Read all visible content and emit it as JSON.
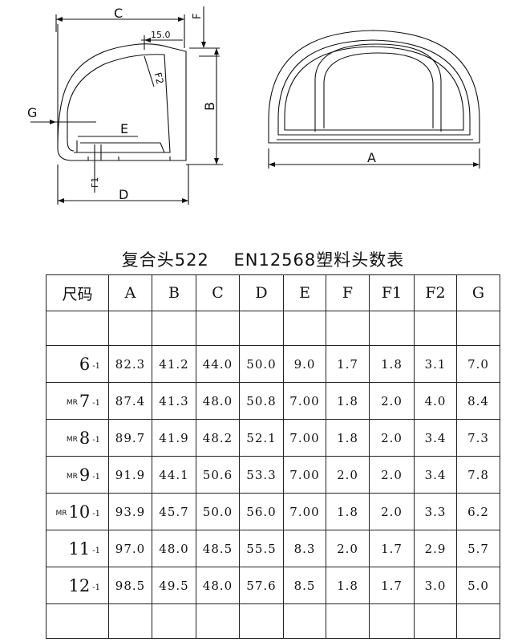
{
  "drawing": {
    "dimension_labels": {
      "C": "C",
      "F": "F",
      "fifteen": "15.0",
      "F2": "F2",
      "G": "G",
      "E": "E",
      "B": "B",
      "F1": "F1",
      "D": "D",
      "A": "A"
    }
  },
  "table": {
    "title": "复合头522    EN12568塑料头数表",
    "headers": [
      "尺码",
      "A",
      "B",
      "C",
      "D",
      "E",
      "F",
      "F1",
      "F2",
      "G"
    ],
    "rows": [
      {
        "prefix": "",
        "size": "6",
        "suffix": "-1",
        "values": [
          "82.3",
          "41.2",
          "44.0",
          "50.0",
          "9.0",
          "1.7",
          "1.8",
          "3.1",
          "7.0"
        ]
      },
      {
        "prefix": "MR",
        "size": "7",
        "suffix": "-1",
        "values": [
          "87.4",
          "41.3",
          "48.0",
          "50.8",
          "7.00",
          "1.8",
          "2.0",
          "4.0",
          "8.4"
        ]
      },
      {
        "prefix": "MR",
        "size": "8",
        "suffix": "-1",
        "values": [
          "89.7",
          "41.9",
          "48.2",
          "52.1",
          "7.00",
          "1.8",
          "2.0",
          "3.4",
          "7.3"
        ]
      },
      {
        "prefix": "MR",
        "size": "9",
        "suffix": "-1",
        "values": [
          "91.9",
          "44.1",
          "50.6",
          "53.3",
          "7.00",
          "2.0",
          "2.0",
          "3.4",
          "7.8"
        ]
      },
      {
        "prefix": "MR",
        "size": "10",
        "suffix": "-1",
        "values": [
          "93.9",
          "45.7",
          "50.0",
          "56.0",
          "7.00",
          "1.8",
          "2.0",
          "3.3",
          "6.2"
        ]
      },
      {
        "prefix": "",
        "size": "11",
        "suffix": "-1",
        "values": [
          "97.0",
          "48.0",
          "48.5",
          "55.5",
          "8.3",
          "2.0",
          "1.7",
          "2.9",
          "5.7"
        ]
      },
      {
        "prefix": "",
        "size": "12",
        "suffix": "-1",
        "values": [
          "98.5",
          "49.5",
          "48.0",
          "57.6",
          "8.5",
          "1.8",
          "1.7",
          "3.0",
          "5.0"
        ]
      }
    ]
  }
}
